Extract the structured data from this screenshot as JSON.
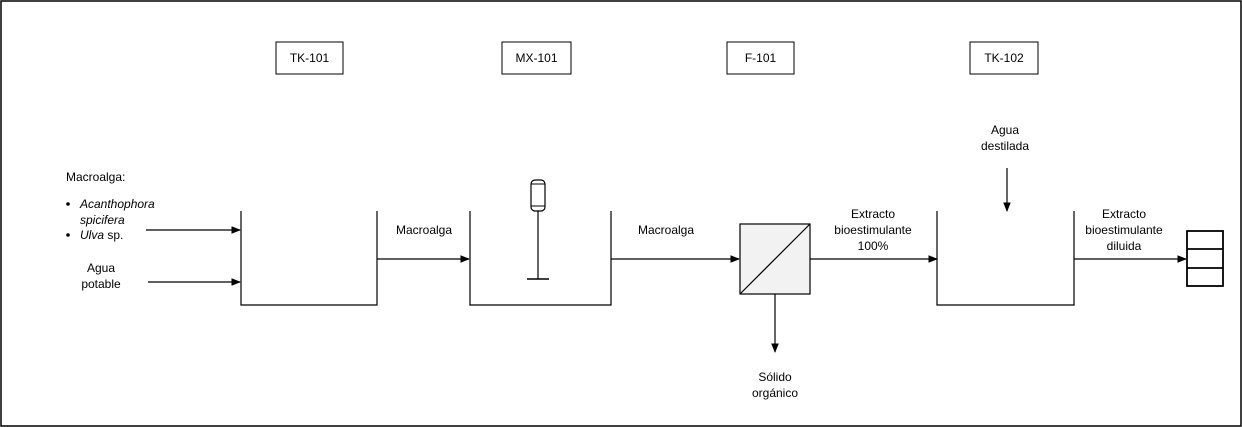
{
  "equipment_tags": {
    "tk101": "TK-101",
    "mx101": "MX-101",
    "f101": "F-101",
    "tk102": "TK-102"
  },
  "feed": {
    "title": "Macroalga:",
    "species": [
      {
        "italic": "Acanthophora",
        "rest": ""
      },
      {
        "italic": "spicifera",
        "rest": ""
      },
      {
        "italic": "Ulva",
        "rest": " sp."
      }
    ],
    "water_line1": "Agua",
    "water_line2": "potable"
  },
  "streams": {
    "tk101_to_mx101": "Macroalga",
    "mx101_to_f101": "Macroalga",
    "f101_to_tk102": [
      "Extracto",
      "bioestimulante",
      "100%"
    ],
    "distilled_water": [
      "Agua",
      "destilada"
    ],
    "product": [
      "Extracto",
      "bioestimulante",
      "diluida"
    ],
    "solid": [
      "Sólido",
      "orgánico"
    ]
  },
  "colors": {
    "line": "#000000",
    "filter_fill": "#f2f2f2",
    "background": "#ffffff"
  }
}
